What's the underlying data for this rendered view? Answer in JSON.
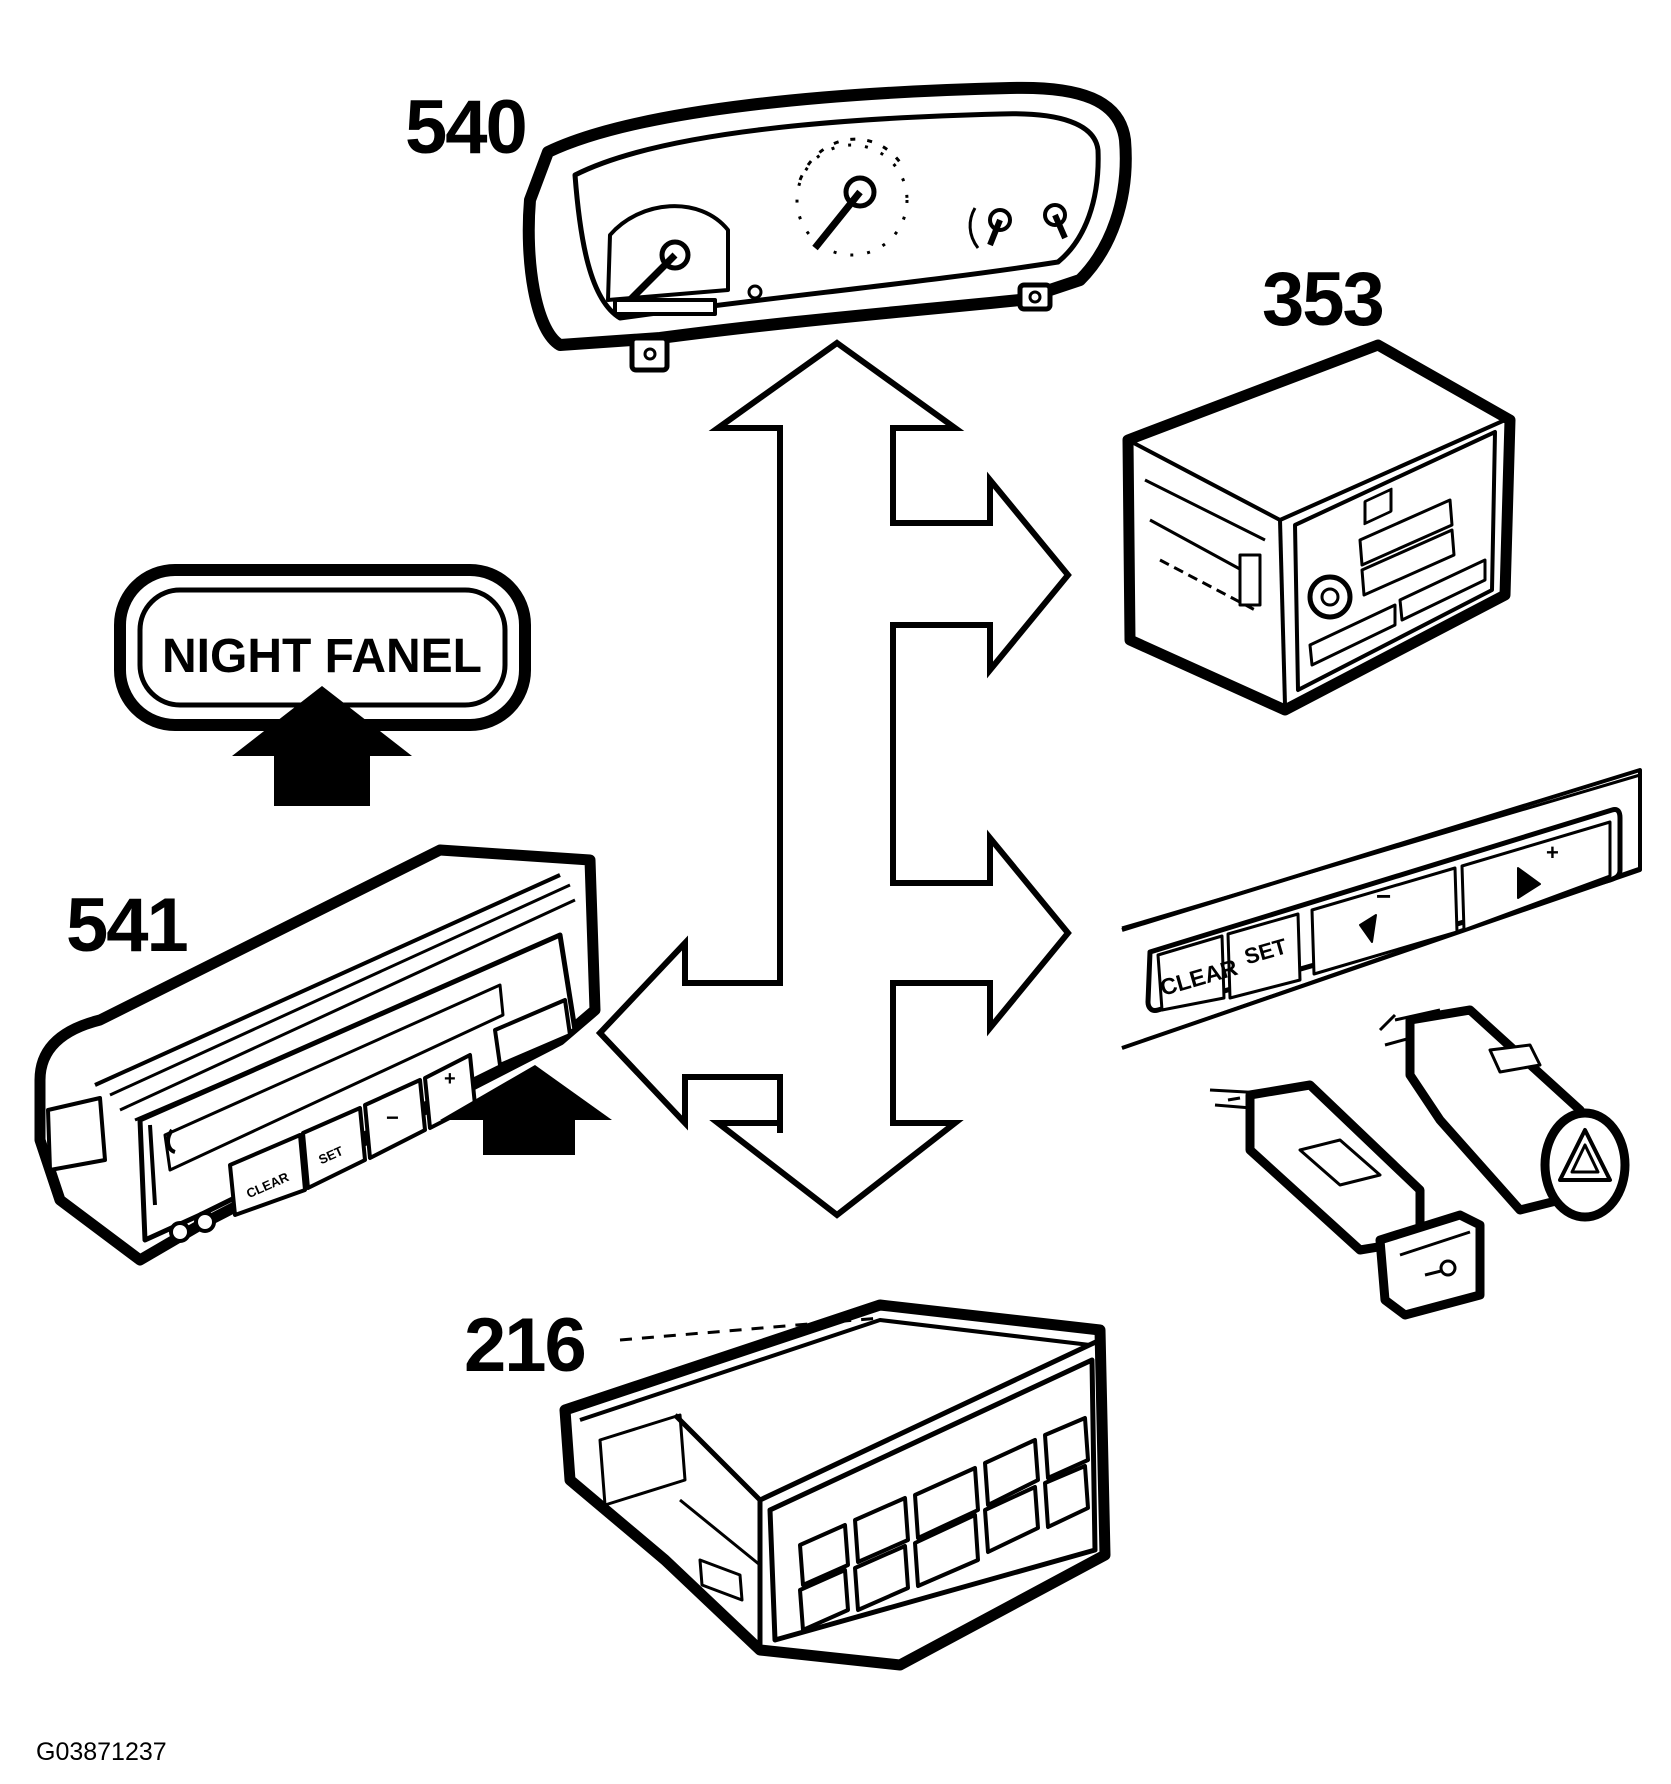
{
  "diagram": {
    "callouts": {
      "instrument_cluster": "540",
      "radio": "353",
      "info_display": "541",
      "climate_control": "216"
    },
    "night_panel_label": "NIGHT FANEL",
    "cruise_buttons": {
      "clear": "CLEAR",
      "set": "SET",
      "minus": "−",
      "plus": "+"
    },
    "display_buttons": {
      "clear": "CLEAR",
      "set": "SET",
      "minus": "−",
      "plus": "+"
    },
    "figure_code": "G03871237"
  },
  "colors": {
    "ink": "#000000",
    "paper": "#ffffff"
  }
}
